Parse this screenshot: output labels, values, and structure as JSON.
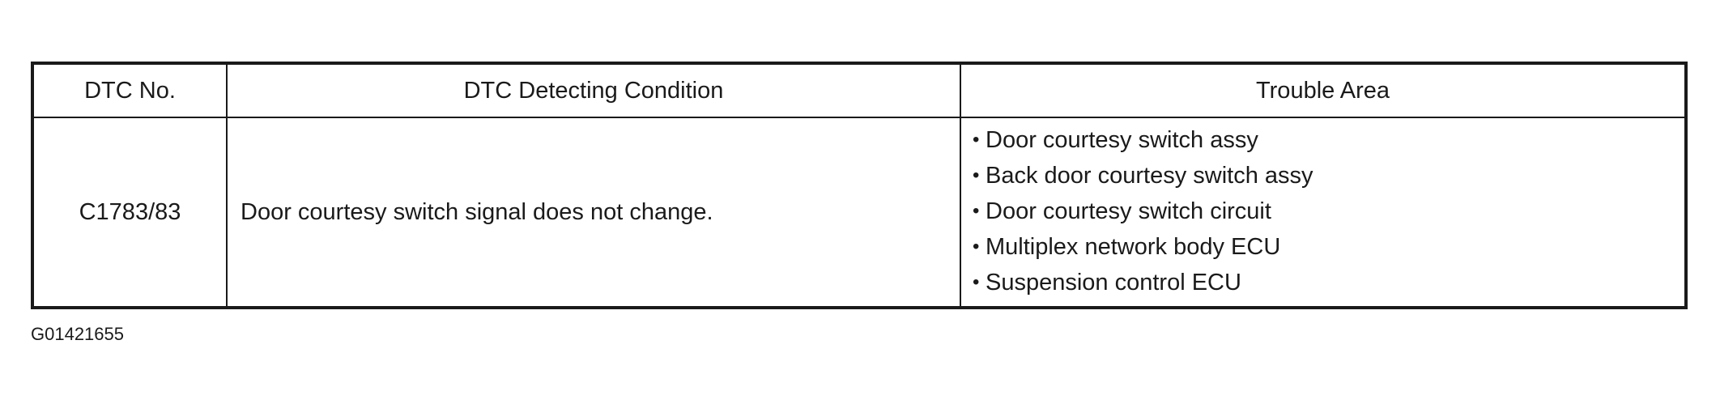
{
  "table": {
    "headers": {
      "dtc_no": "DTC No.",
      "condition": "DTC Detecting Condition",
      "trouble_area": "Trouble Area"
    },
    "rows": [
      {
        "dtc_no": "C1783/83",
        "condition": "Door courtesy switch signal does not change.",
        "trouble_areas": [
          "Door courtesy switch assy",
          "Back door courtesy switch assy",
          "Door courtesy switch circuit",
          "Multiplex network body ECU",
          "Suspension control ECU"
        ]
      }
    ]
  },
  "figure_id": "G01421655"
}
